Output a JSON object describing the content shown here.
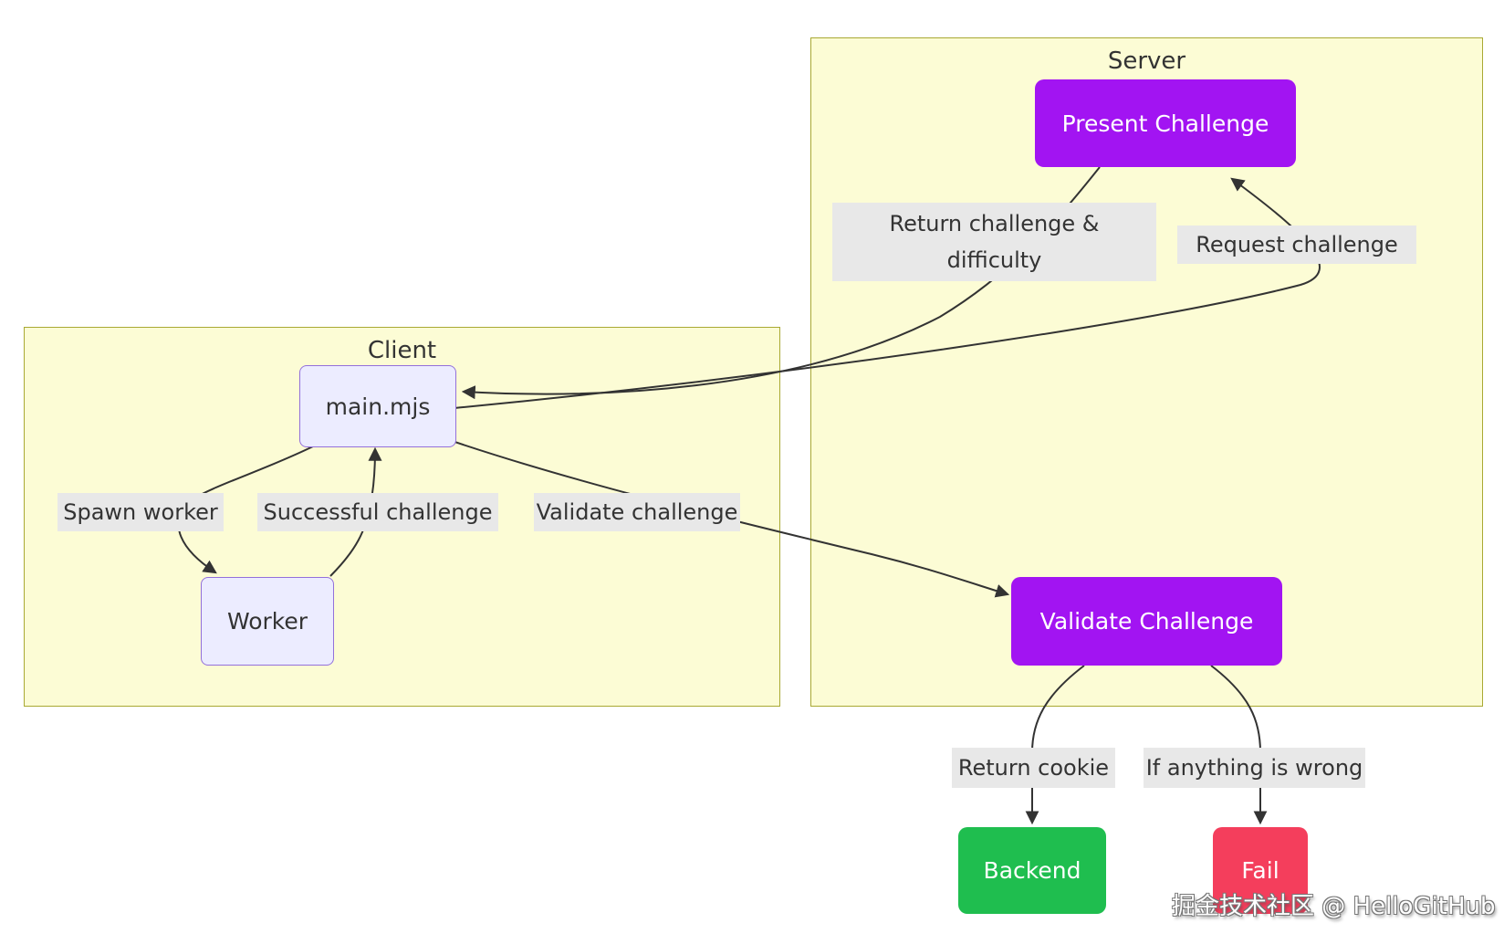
{
  "diagram": {
    "type": "flowchart",
    "subgraphs": [
      {
        "id": "server",
        "title": "Server"
      },
      {
        "id": "client",
        "title": "Client"
      }
    ],
    "nodes": {
      "present_challenge": {
        "label": "Present Challenge",
        "subgraph": "Server",
        "style": "action"
      },
      "validate_challenge": {
        "label": "Validate Challenge",
        "subgraph": "Server",
        "style": "action"
      },
      "main_mjs": {
        "label": "main.mjs",
        "subgraph": "Client",
        "style": "module"
      },
      "worker": {
        "label": "Worker",
        "subgraph": "Client",
        "style": "module"
      },
      "backend": {
        "label": "Backend",
        "subgraph": null,
        "style": "success"
      },
      "fail": {
        "label": "Fail",
        "subgraph": null,
        "style": "failure"
      }
    },
    "edges": [
      {
        "from": "main_mjs",
        "to": "present_challenge",
        "label": "Request challenge"
      },
      {
        "from": "present_challenge",
        "to": "main_mjs",
        "label": "Return challenge & difficulty"
      },
      {
        "from": "main_mjs",
        "to": "worker",
        "label": "Spawn worker"
      },
      {
        "from": "worker",
        "to": "main_mjs",
        "label": "Successful challenge"
      },
      {
        "from": "main_mjs",
        "to": "validate_challenge",
        "label": "Validate challenge"
      },
      {
        "from": "validate_challenge",
        "to": "backend",
        "label": "Return cookie"
      },
      {
        "from": "validate_challenge",
        "to": "fail",
        "label": "If anything is wrong"
      }
    ],
    "watermark": "掘金技术社区 @ HelloGitHub",
    "colors": {
      "action_node": "#A214F2",
      "module_node_fill": "#ECECFF",
      "module_node_border": "#9370DB",
      "success_node": "#1FBE4F",
      "failure_node": "#F43E5C",
      "subgraph_fill": "#FCFCD5",
      "subgraph_border": "#A9A933",
      "edge_label_bg": "#E8E8E8",
      "edge_stroke": "#333333",
      "text_dark": "#333333",
      "text_light": "#FFFFFF"
    }
  }
}
